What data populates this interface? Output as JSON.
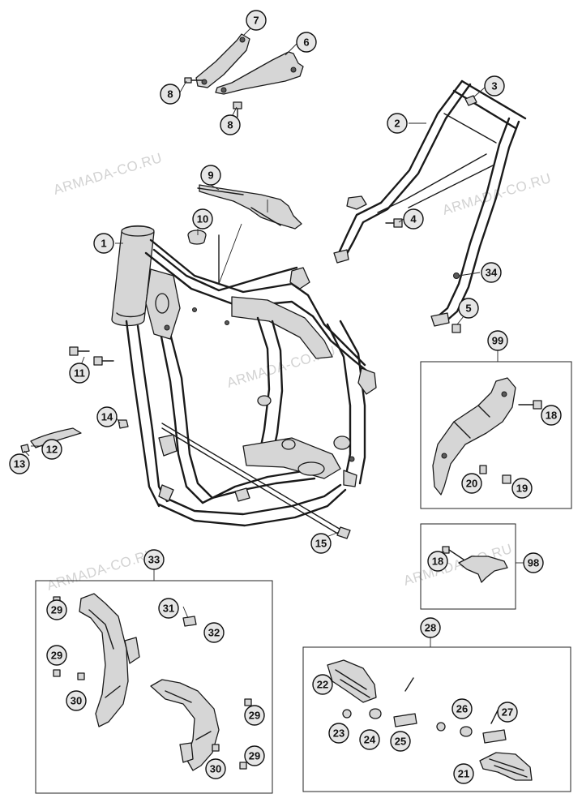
{
  "watermark": "ARMADA-CO.RU",
  "callouts": [
    "7",
    "6",
    "8",
    "8",
    "3",
    "2",
    "9",
    "10",
    "4",
    "1",
    "34",
    "5",
    "99",
    "11",
    "18",
    "14",
    "12",
    "13",
    "20",
    "19",
    "15",
    "18",
    "98",
    "33",
    "31",
    "29",
    "32",
    "29",
    "30",
    "28",
    "22",
    "29",
    "27",
    "26",
    "23",
    "24",
    "25",
    "30",
    "29",
    "21"
  ],
  "colors": {
    "line": "#1a1a1a",
    "bubble_fill": "#e6e6e6",
    "part_fill": "#d6d6d6",
    "watermark": "#d2d2d2"
  }
}
